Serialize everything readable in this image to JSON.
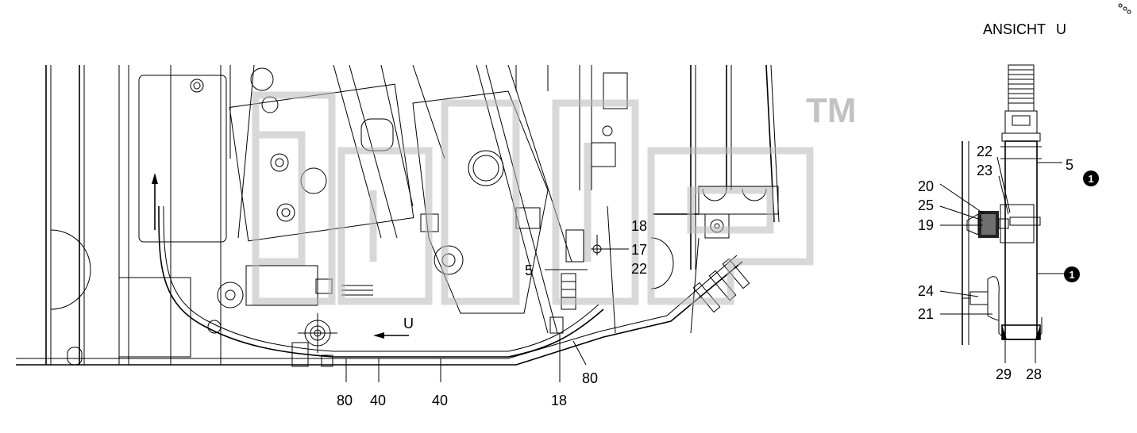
{
  "view_title": "ANSICHT",
  "view_letter": "U",
  "arrow_label": "U",
  "watermark_tm": "TM",
  "watermark_word": "AGRI",
  "main_labels": {
    "p5": "5",
    "p17": "17",
    "p18_top": "18",
    "p22": "22",
    "p80_left": "80",
    "p40_a": "40",
    "p40_b": "40",
    "p18_bottom": "18",
    "p80_right": "80"
  },
  "view_labels": {
    "p22": "22",
    "p23": "23",
    "p5": "5",
    "p20": "20",
    "p25": "25",
    "p19": "19",
    "p24": "24",
    "p21": "21",
    "p29": "29",
    "p28": "28",
    "marker_top": "1",
    "marker_bottom": "1"
  }
}
